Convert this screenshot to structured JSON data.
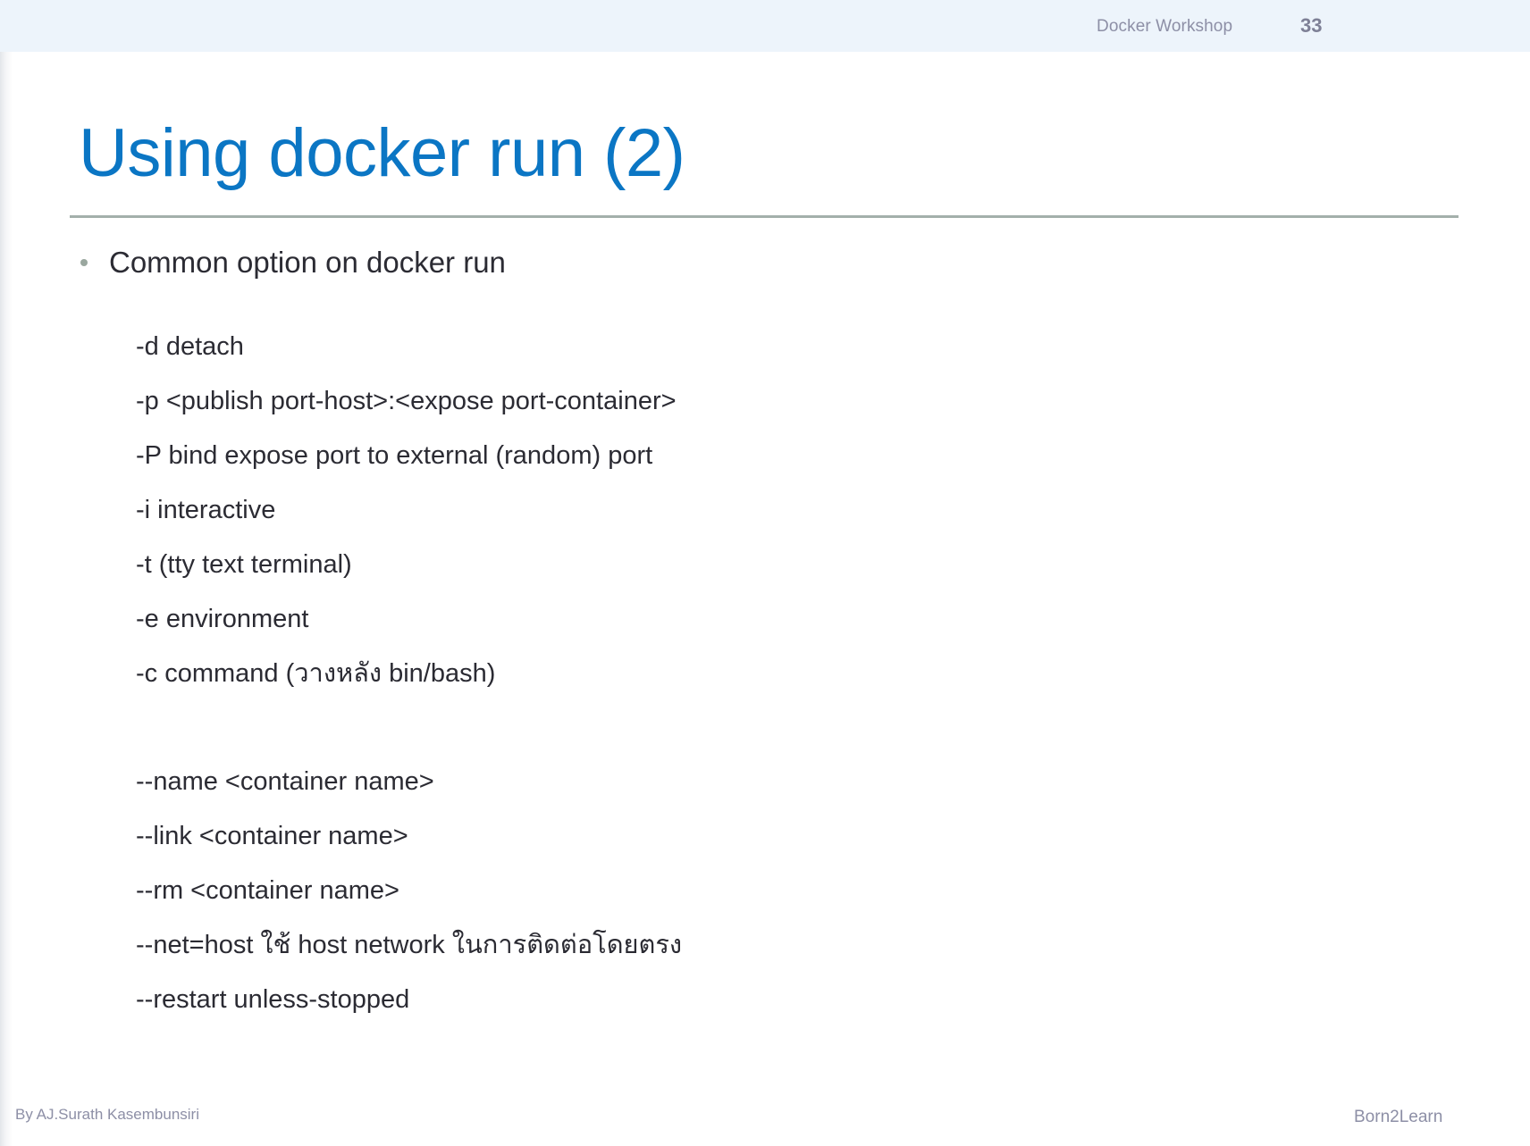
{
  "header": {
    "deck_title": "Docker Workshop",
    "page_number": "33",
    "band_color": "#edf4fb"
  },
  "title": {
    "text": "Using docker run (2)",
    "color": "#0b76c4",
    "rule_color": "#a3b0ab"
  },
  "body": {
    "bullet": {
      "label": "Common option on docker run",
      "marker": "bullet-dot"
    },
    "options_group_1": [
      {
        "line": "-d  detach"
      },
      {
        "line": "-p <publish port-host>:<expose port-container>"
      },
      {
        "line": "-P  bind expose port to external (random) port"
      },
      {
        "line": "-i  interactive"
      },
      {
        "line": "-t (tty text terminal)"
      },
      {
        "line": "-e  environment"
      },
      {
        "line": "-c  command (วางหลัง bin/bash)"
      }
    ],
    "options_group_2": [
      {
        "line": "--name  <container name>"
      },
      {
        "line": "--link  <container name>"
      },
      {
        "line": "--rm   <container name>"
      },
      {
        "line": "--net=host  ใช้ host network ในการติดต่อโดยตรง"
      },
      {
        "line": "--restart   unless-stopped"
      }
    ]
  },
  "footer": {
    "author": "By AJ.Surath Kasembunsiri",
    "brand": "Born2Learn"
  }
}
